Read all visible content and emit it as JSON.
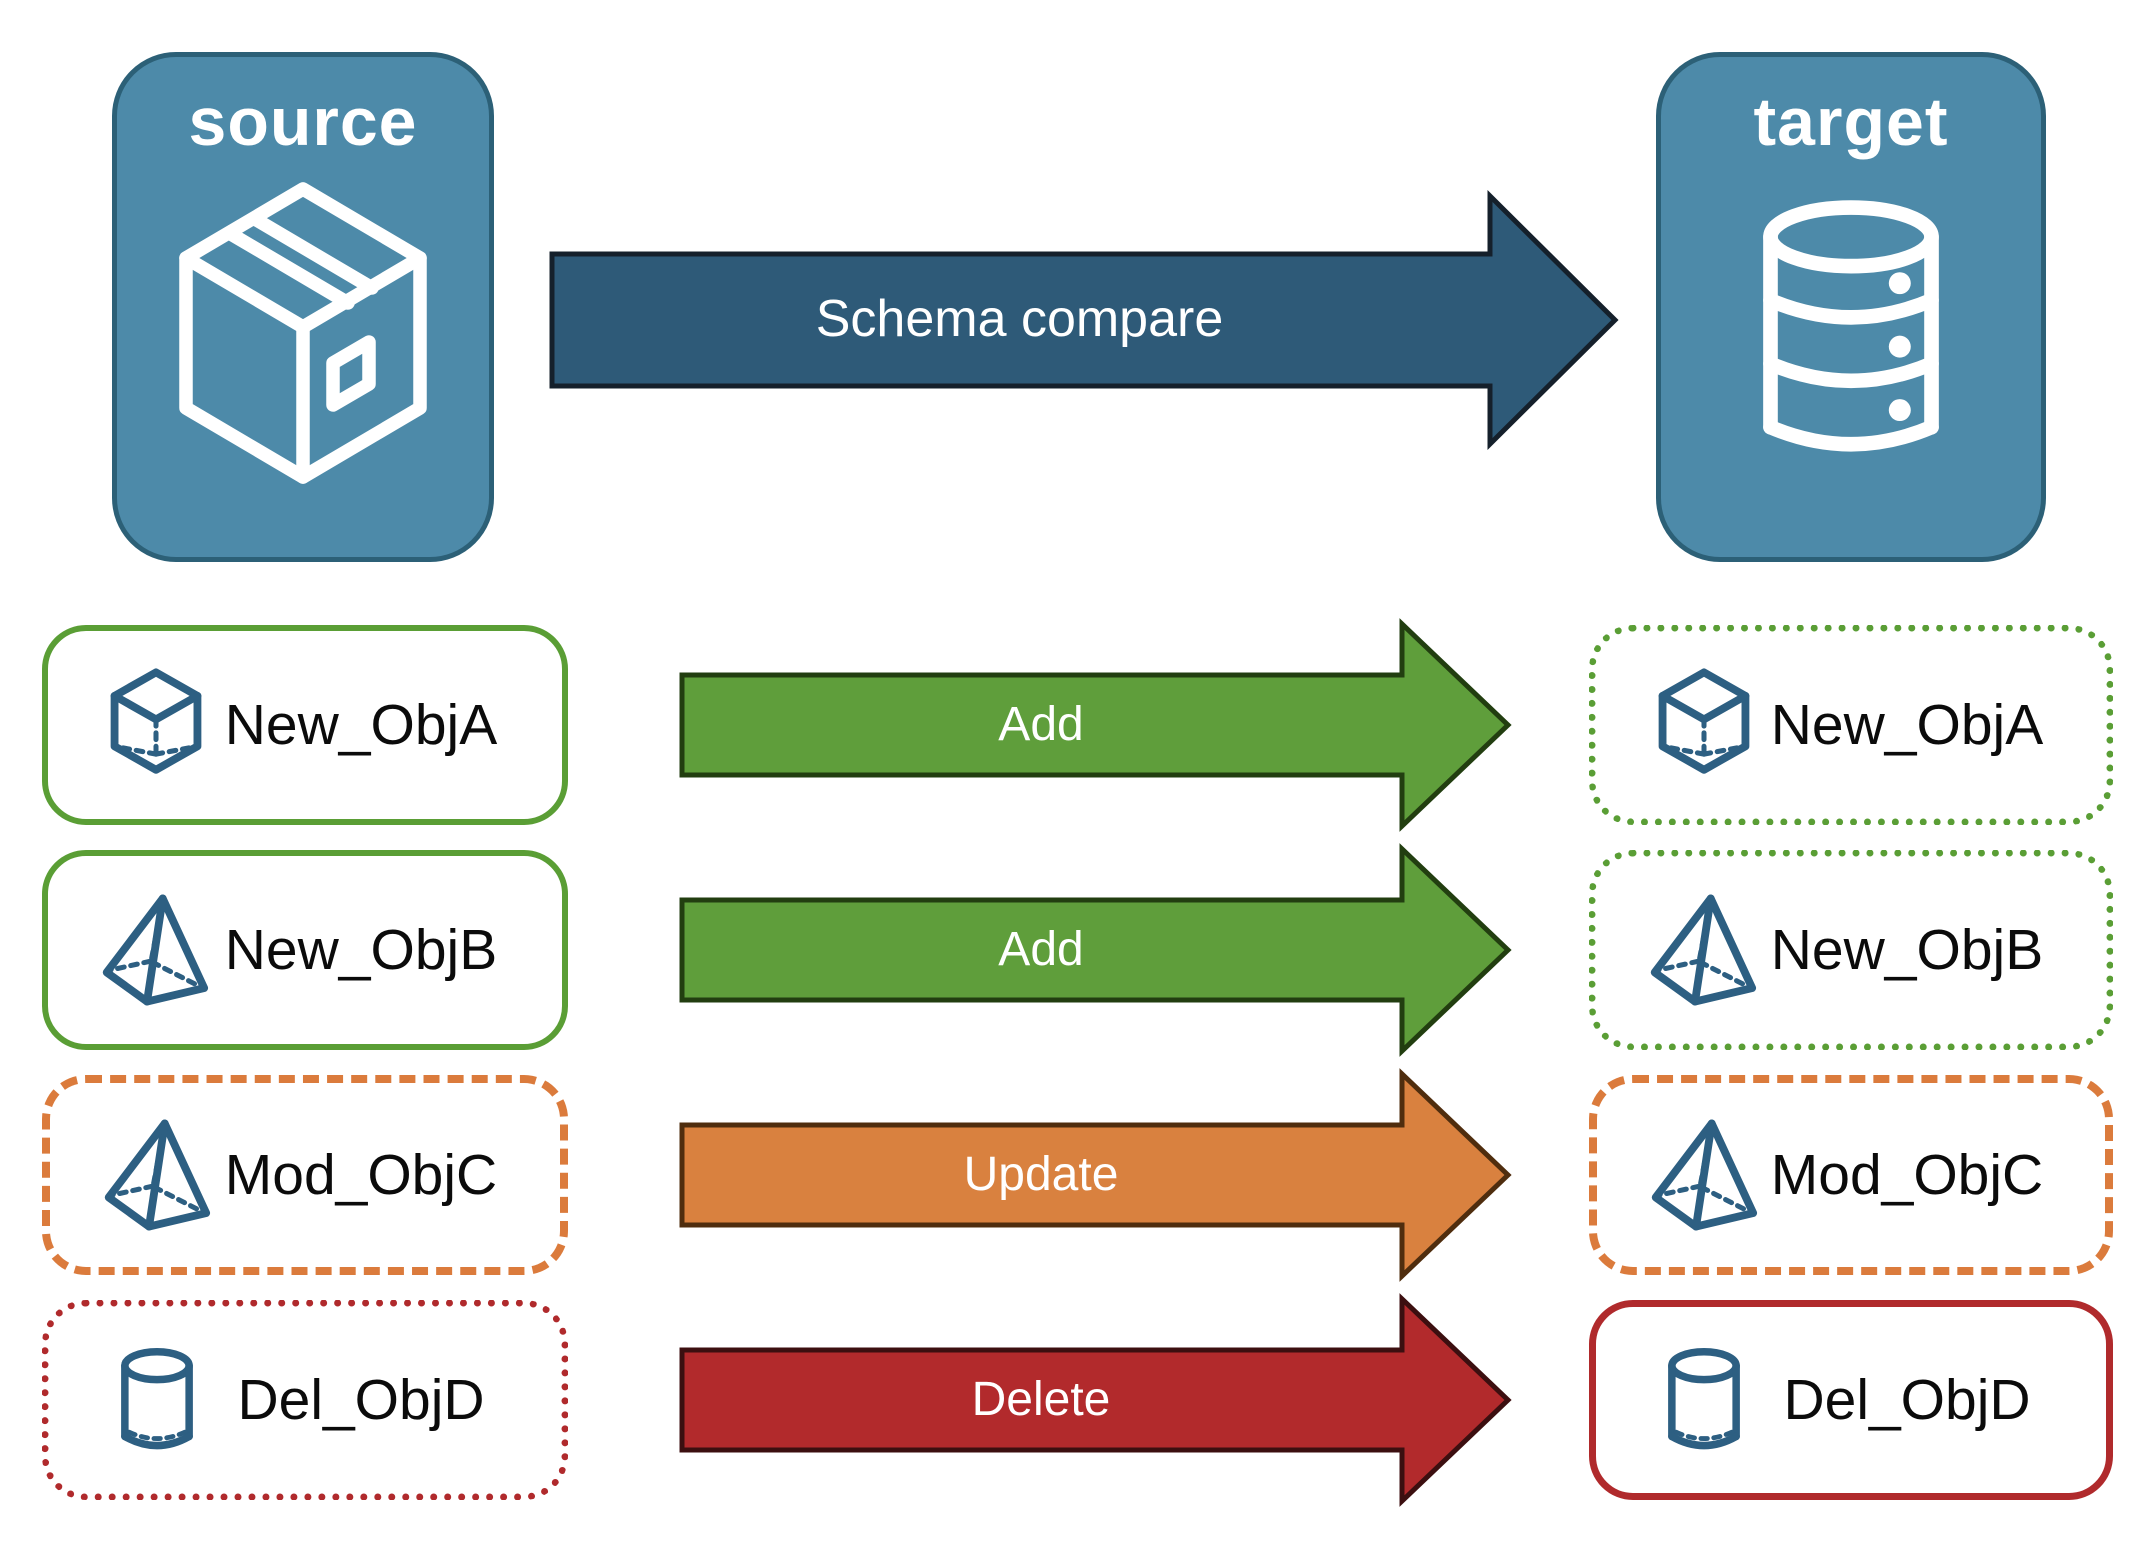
{
  "colors": {
    "canvas-bg": "#FFFFFF",
    "panel-fill": "#4D8AA9",
    "panel-border": "#2C6077",
    "icon-blue": "#2D5F82",
    "navy-fill": "#2E5A78",
    "navy-stroke": "#15202B",
    "green-fill": "#5F9E3B",
    "green-stroke": "#223E10",
    "green-border": "#5A9E35",
    "orange-fill": "#D9813F",
    "orange-stroke": "#4F2D0E",
    "orange-border": "#DB7B3C",
    "red-fill": "#B22A2C",
    "red-stroke": "#3C0F10",
    "red-border": "#B02A2C",
    "label-color": "#0B0B0B",
    "text-on-fill": "#FFFFFF"
  },
  "panels": {
    "source": {
      "label": "source",
      "icon": "package-box-icon"
    },
    "target": {
      "label": "target",
      "icon": "database-icon"
    }
  },
  "main_arrow": {
    "label": "Schema compare"
  },
  "rows": [
    {
      "source_label": "New_ObjA",
      "target_label": "New_ObjA",
      "action": "Add",
      "icon": "cube-icon",
      "source_border": "green-solid",
      "target_border": "green-dotted"
    },
    {
      "source_label": "New_ObjB",
      "target_label": "New_ObjB",
      "action": "Add",
      "icon": "pyramid-icon",
      "source_border": "green-solid",
      "target_border": "green-dotted"
    },
    {
      "source_label": "Mod_ObjC",
      "target_label": "Mod_ObjC",
      "action": "Update",
      "icon": "pyramid-icon",
      "source_border": "orange-dashed",
      "target_border": "orange-dashed"
    },
    {
      "source_label": "Del_ObjD",
      "target_label": "Del_ObjD",
      "action": "Delete",
      "icon": "cylinder-icon",
      "source_border": "red-dotted",
      "target_border": "red-solid"
    }
  ]
}
